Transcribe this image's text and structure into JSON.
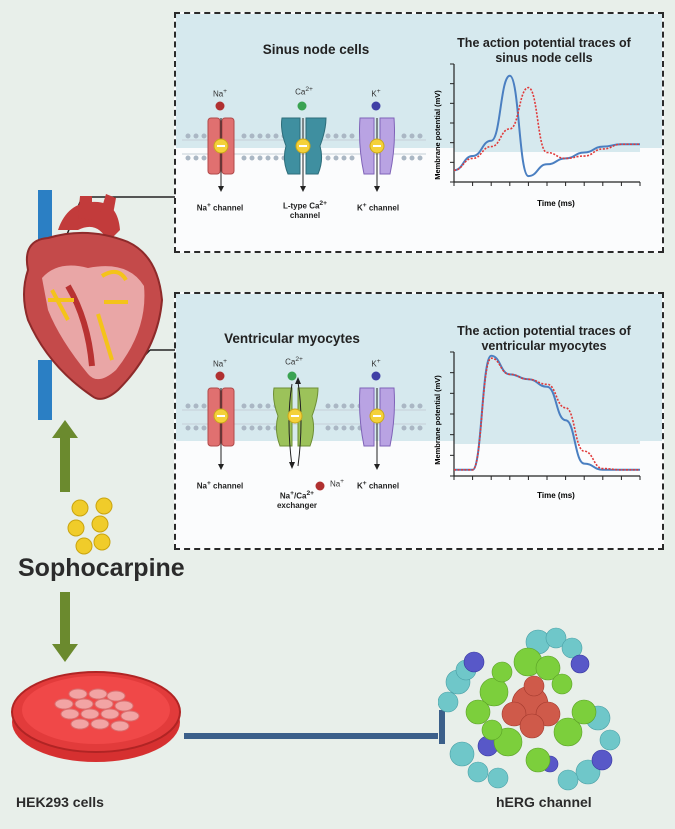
{
  "colors": {
    "background": "#e8efea",
    "panel_tint": "#d6e9ee",
    "blue_trace": "#4a7fc1",
    "red_trace": "#e03a3a",
    "arrow_green": "#6b8a2e",
    "inhibit_line": "#3b5f8a"
  },
  "top_panel": {
    "title": "Sinus node cells",
    "chart_title_line1": "The  action potential traces of",
    "chart_title_line2": "sinus node cells",
    "ylabel": "Membrane potential (mV)",
    "xlabel": "Time (ms)",
    "channels": [
      {
        "ion": "Na",
        "ion_sup": "+",
        "label": "Na",
        "label_sup": "+",
        "label_rest": " channel",
        "color": "#e07070"
      },
      {
        "ion": "Ca",
        "ion_sup": "2+",
        "label": "L-type Ca",
        "label_sup": "2+",
        "label_rest": "",
        "label2": "channel",
        "color": "#3f8fa0"
      },
      {
        "ion": "K",
        "ion_sup": "+",
        "label": "K",
        "label_sup": "+",
        "label_rest": " channel",
        "color": "#a58ad6"
      }
    ]
  },
  "bottom_panel": {
    "title": "Ventricular myocytes",
    "chart_title_line1": "The  action potential traces of",
    "chart_title_line2": "ventricular myocytes",
    "ylabel": "Membrane potential (mV)",
    "xlabel": "Time (ms)",
    "channels": [
      {
        "ion": "Na",
        "ion_sup": "+",
        "label": "Na",
        "label_sup": "+",
        "label_rest": " channel",
        "color": "#e07070"
      },
      {
        "ion": "Ca",
        "ion_sup": "2+",
        "label": "Na",
        "label_sup": "+",
        "label_rest": "/Ca",
        "label_sup2": "2+",
        "label2": "exchanger",
        "extra_ion": "Na",
        "extra_ion_sup": "+",
        "color": "#9cc25a"
      },
      {
        "ion": "K",
        "ion_sup": "+",
        "label": "K",
        "label_sup": "+",
        "label_rest": " channel",
        "color": "#a58ad6"
      }
    ]
  },
  "drug_label": "Sophocarpine",
  "cells_label": "HEK293 cells",
  "channel_label": "hERG channel",
  "chart_data": [
    {
      "type": "line",
      "title": "The  action potential traces of sinus node cells",
      "xlabel": "Time (ms)",
      "ylabel": "Membrane potential (mV)",
      "x": [
        0,
        1,
        2,
        3,
        4,
        5,
        6,
        7,
        8,
        9,
        10
      ],
      "series": [
        {
          "color": "#4a7fc1",
          "values": [
            0.1,
            0.22,
            0.35,
            0.9,
            0.05,
            0.15,
            0.2,
            0.25,
            0.3,
            0.32,
            0.32
          ]
        },
        {
          "color": "#e03a3a",
          "values": [
            0.1,
            0.2,
            0.3,
            0.45,
            0.8,
            0.25,
            0.2,
            0.22,
            0.28,
            0.32,
            0.32
          ]
        }
      ]
    },
    {
      "type": "line",
      "title": "The  action potential traces of ventricular myocytes",
      "xlabel": "Time (ms)",
      "ylabel": "Membrane potential (mV)",
      "x": [
        0,
        1,
        2,
        3,
        4,
        5,
        6,
        7,
        8,
        9,
        10
      ],
      "series": [
        {
          "color": "#4a7fc1",
          "values": [
            0.05,
            0.05,
            0.97,
            0.82,
            0.78,
            0.72,
            0.45,
            0.1,
            0.05,
            0.05,
            0.05
          ]
        },
        {
          "color": "#e03a3a",
          "values": [
            0.05,
            0.05,
            0.95,
            0.82,
            0.78,
            0.74,
            0.55,
            0.2,
            0.06,
            0.05,
            0.05
          ]
        }
      ]
    }
  ]
}
